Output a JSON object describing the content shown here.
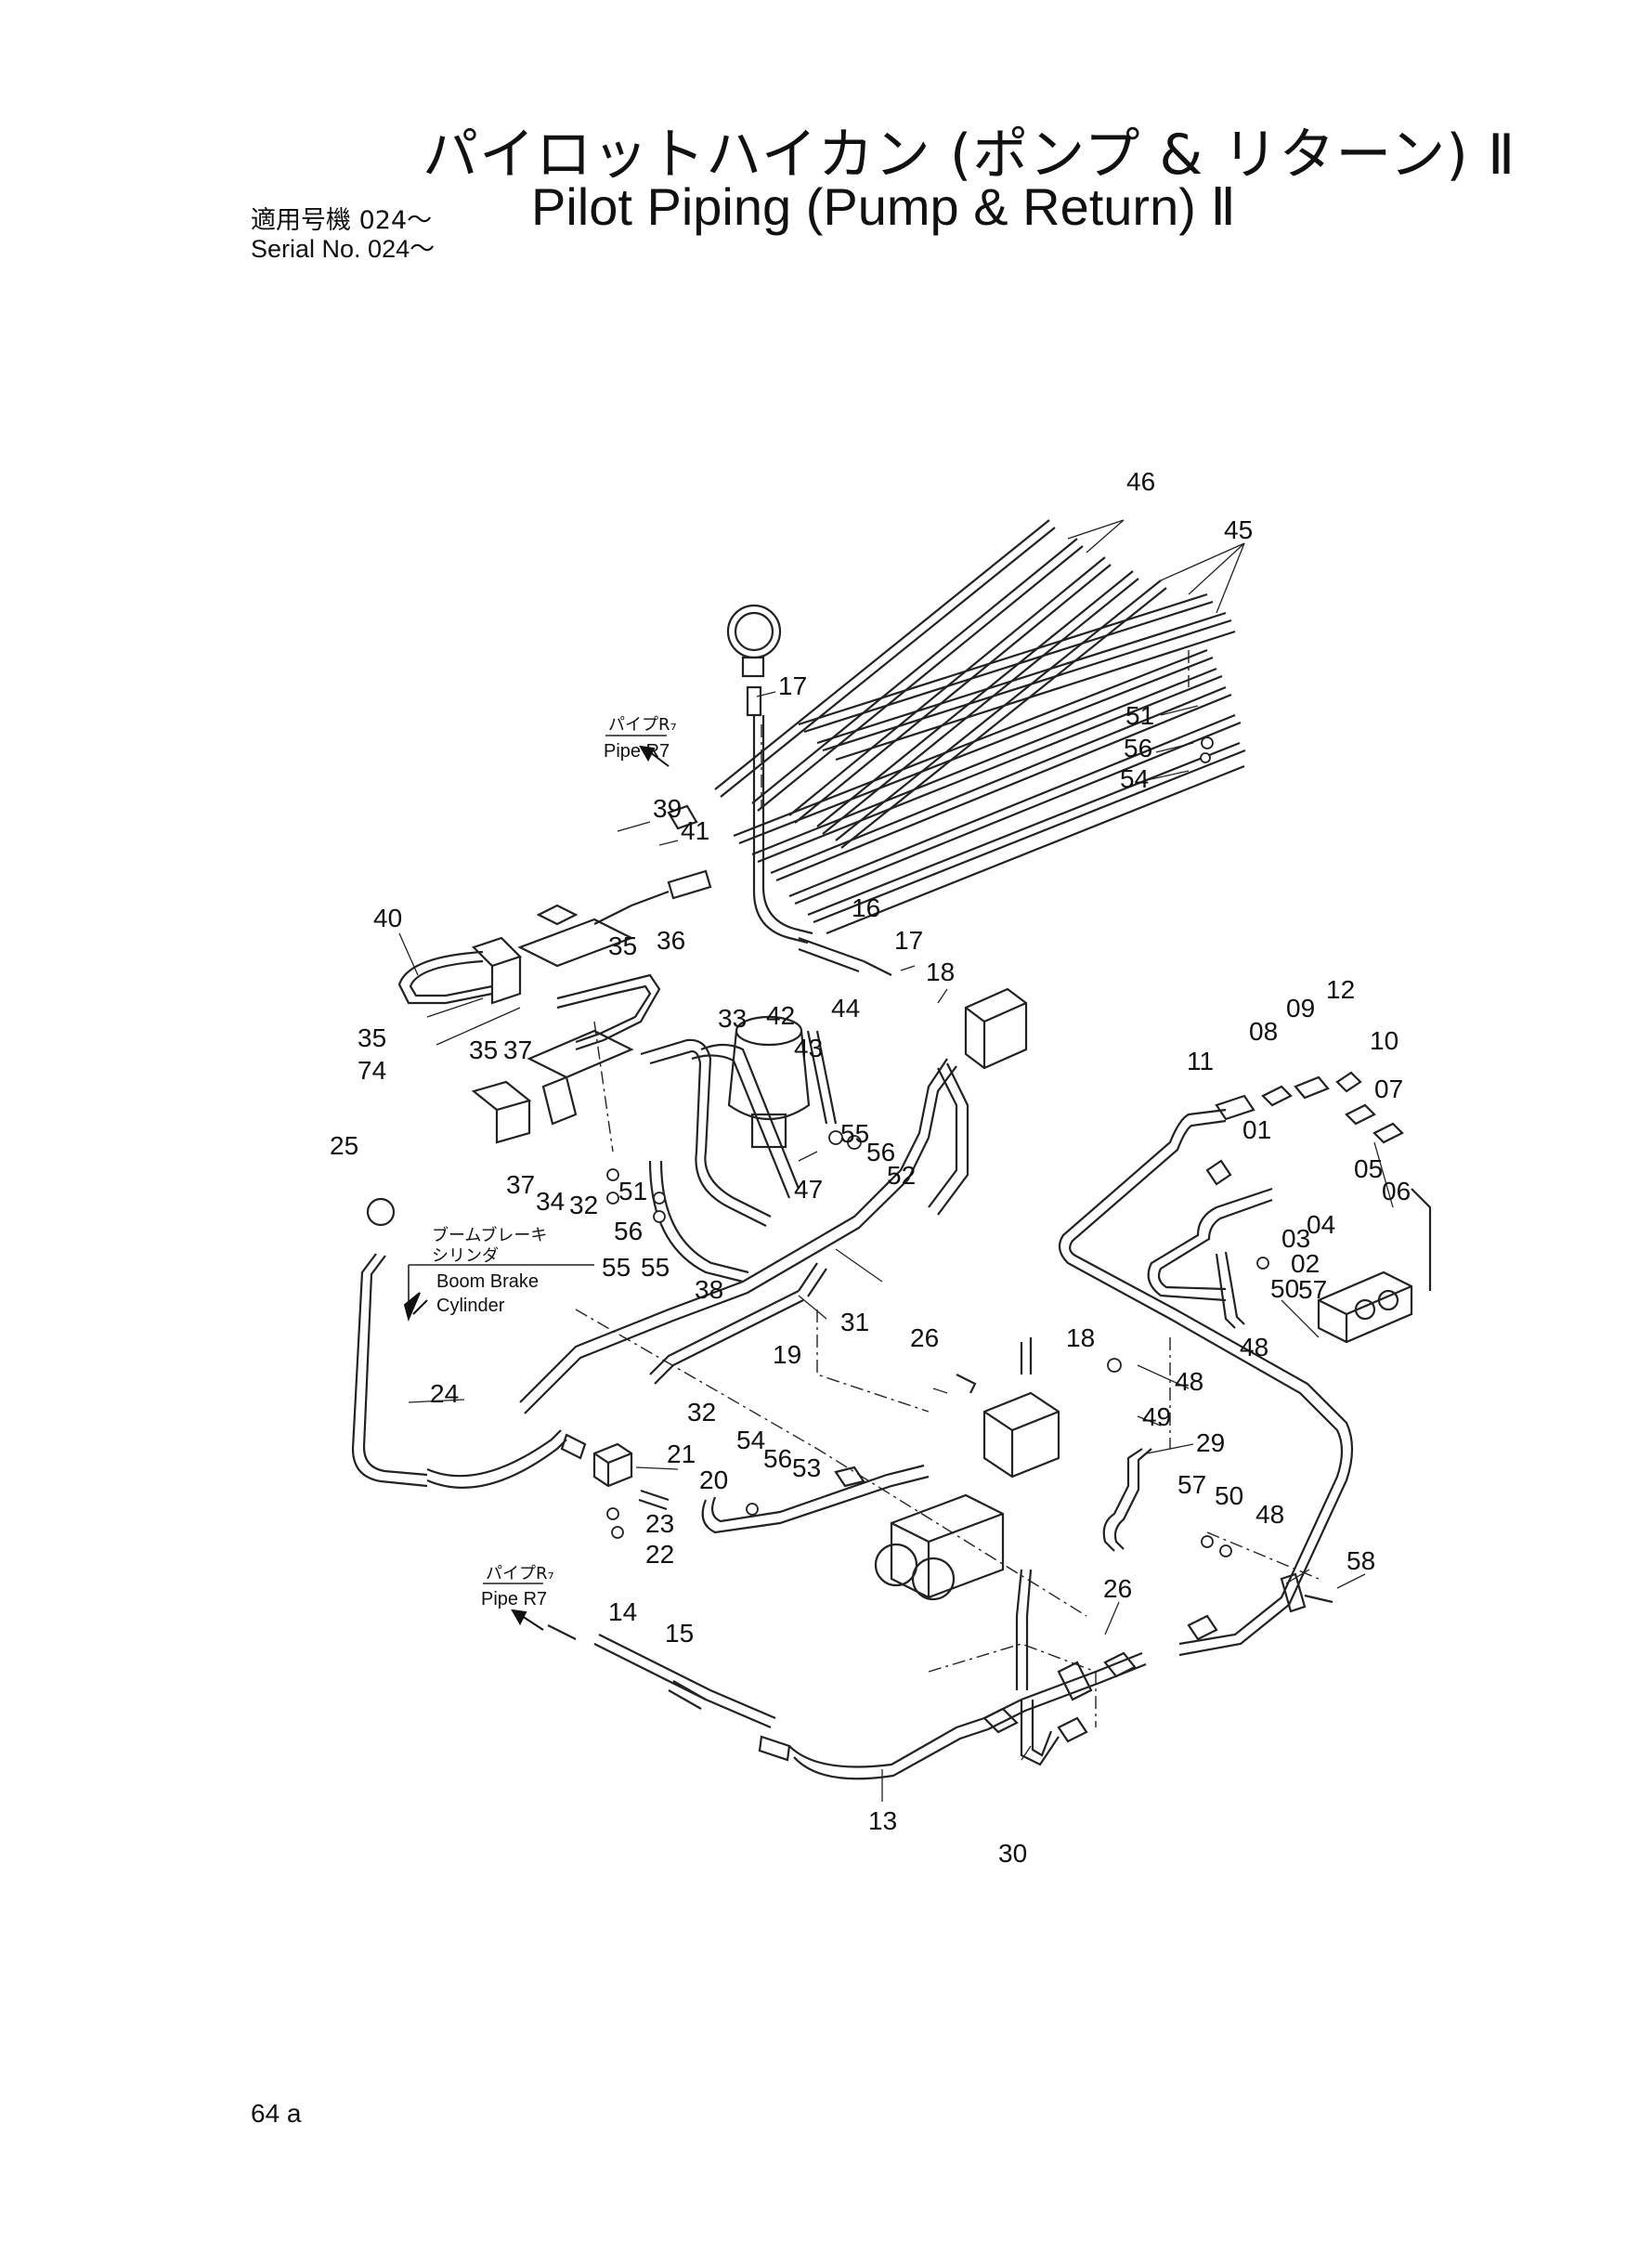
{
  "header": {
    "title_jp": "パイロットハイカン (ポンプ & リターン) Ⅱ",
    "title_en": "Pilot Piping (Pump & Return) Ⅱ",
    "serial_jp": "適用号機  024～",
    "serial_en": "Serial No.  024～"
  },
  "notes": {
    "pipe_r7_top_jp": "パイプR₇",
    "pipe_r7_top_en": "Pipe R7",
    "pipe_r7_bottom_jp": "パイプR₇",
    "pipe_r7_bottom_en": "Pipe R7",
    "boom_brake_jp_1": "ブームブレーキ",
    "boom_brake_jp_2": "シリンダ",
    "boom_brake_en_1": "Boom Brake",
    "boom_brake_en_2": "Cylinder"
  },
  "part_labels": [
    "46",
    "45",
    "17",
    "51",
    "56",
    "54",
    "39",
    "41",
    "40",
    "16",
    "17",
    "18",
    "35",
    "36",
    "12",
    "09",
    "10",
    "08",
    "11",
    "07",
    "35",
    "74",
    "37",
    "33",
    "42",
    "43",
    "44",
    "35",
    "25",
    "01",
    "06",
    "05",
    "03",
    "04",
    "02",
    "55",
    "56",
    "52",
    "47",
    "37",
    "34",
    "32",
    "51",
    "56",
    "55",
    "55",
    "38",
    "31",
    "57",
    "50",
    "48",
    "19",
    "24",
    "26",
    "18",
    "48",
    "32",
    "49",
    "29",
    "21",
    "54",
    "56",
    "53",
    "20",
    "23",
    "22",
    "57",
    "50",
    "48",
    "58",
    "14",
    "15",
    "26",
    "13",
    "30"
  ],
  "footer": {
    "page_number": "64 a"
  }
}
